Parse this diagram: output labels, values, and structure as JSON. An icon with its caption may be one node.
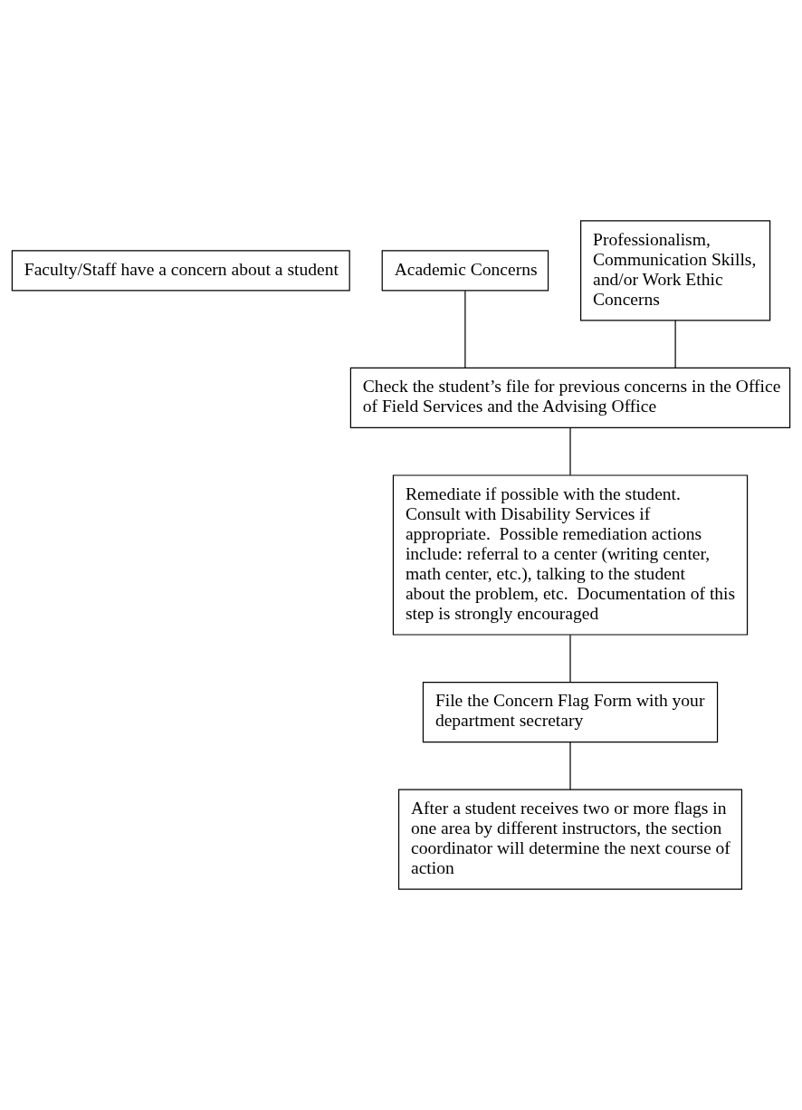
{
  "diagram": {
    "nodes": [
      {
        "text": [
          "Faculty/Staff have a concern about a student"
        ]
      },
      {
        "text": [
          "Academic Concerns"
        ]
      },
      {
        "text": [
          "Professionalism, Communication Skills, and/or Work Ethic Concerns"
        ]
      },
      {
        "text": [
          "Check the student’s file for previous concerns in the Office of Field Services and the Advising Office"
        ]
      },
      {
        "text": [
          "Remediate if possible with the student.  Consult with Disability Services if appropriate.  Possible remediation actions include: referral to a center (writing center, math center, etc.), talking to the student about the problem, etc.  Documentation of this step is strongly encouraged"
        ]
      },
      {
        "text": [
          "File the Concern Flag Form with your department secretary"
        ]
      },
      {
        "text": [
          "After a student receives two or more flags in one area by different instructors, the section coordinator will determine the next course of action"
        ]
      }
    ],
    "edges": [
      {
        "from": 1,
        "to": 3,
        "arrow": "none"
      },
      {
        "from": 2,
        "to": 3,
        "arrow": "none"
      },
      {
        "from": 3,
        "to": 4,
        "arrow": "none"
      },
      {
        "from": 4,
        "to": 5,
        "arrow": "none"
      },
      {
        "from": 5,
        "to": 6,
        "arrow": "none"
      }
    ]
  }
}
